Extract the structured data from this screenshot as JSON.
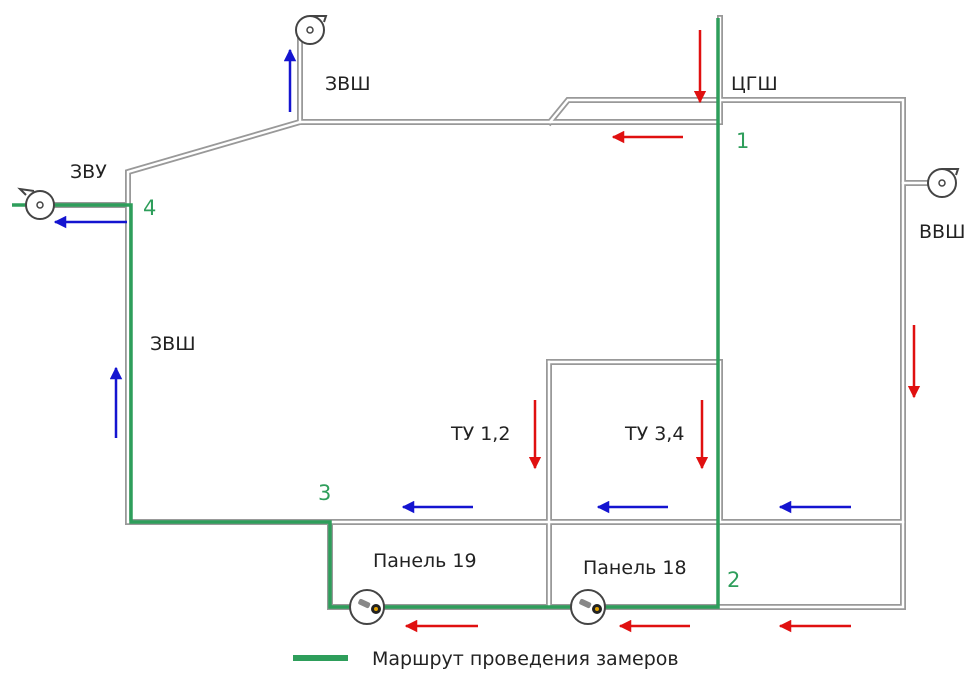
{
  "labels": {
    "zvsh_top": "ЗВШ",
    "tsgsh": "ЦГШ",
    "zvu": "ЗВУ",
    "vvsh": "ВВШ",
    "zvsh_left": "ЗВШ",
    "tu12": "ТУ 1,2",
    "tu34": "ТУ 3,4",
    "panel19": "Панель 19",
    "panel18": "Панель 18"
  },
  "points": [
    "1",
    "2",
    "3",
    "4"
  ],
  "legend": {
    "route": "Маршрут проведения замеров"
  },
  "colors": {
    "route": "#2e9e5b",
    "mine_working_outline": "#999999",
    "fresh_air_arrow": "#e01010",
    "return_air_arrow": "#1414d0",
    "point_label": "#2e9e5b"
  },
  "icons": [
    "fan-icon",
    "fan-icon",
    "fan-icon",
    "combine-icon",
    "combine-icon"
  ]
}
